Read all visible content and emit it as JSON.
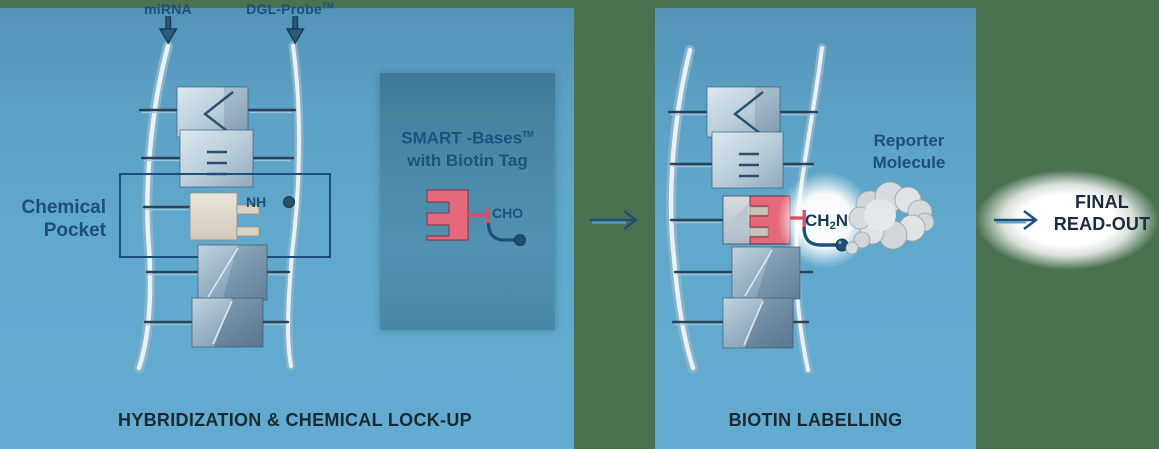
{
  "labels": {
    "mirna": "miRNA",
    "dgl_probe": "DGL-Probe",
    "trademark": "TM",
    "chemical_pocket_line1": "Chemical",
    "chemical_pocket_line2": "Pocket",
    "nh_site": "NH",
    "smart_title_line1": "SMART -Bases",
    "smart_title_line2": "with Biotin Tag",
    "cho": "CHO",
    "caption_left": "HYBRIDIZATION & CHEMICAL LOCK-UP",
    "reporter_line1": "Reporter",
    "reporter_line2": "Molecule",
    "ch2n_prefix": "CH",
    "ch2n_sub": "2",
    "ch2n_suffix": "N",
    "caption_right": "BIOTIN LABELLING",
    "final_line1": "FINAL",
    "final_line2": "READ-OUT"
  },
  "icons": {
    "down_arrow": "↓",
    "flow_arrow": "→"
  },
  "colors": {
    "background_green": "#4a7150",
    "panel_blue": "#60a8cc",
    "smart_box_blue": "#4d8cab",
    "base_pink": "#e4697c",
    "pink_connector": "#d94f66",
    "navy_text": "#1d4e78",
    "caption_text": "#1b2a31",
    "final_text": "#1c2b3d",
    "biotin_dot": "#1f4d70",
    "cream_base": "#ddd6c9",
    "cloud_gray": "#d6dbdf"
  }
}
